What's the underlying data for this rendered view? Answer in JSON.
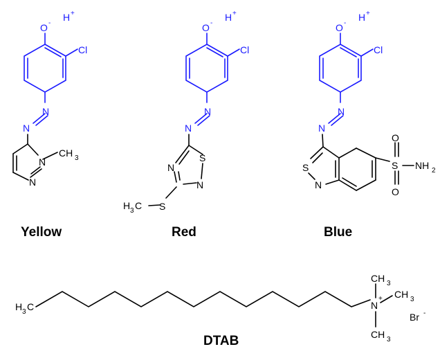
{
  "colors": {
    "highlight": "#1a1aff",
    "ink": "#000000",
    "background": "#ffffff"
  },
  "atoms": {
    "phenoxide_o": "O",
    "charge_minus": "-",
    "hydrogen": "H",
    "charge_plus": "+",
    "chlorine": "Cl",
    "nitrogen": "N",
    "sulfur": "S",
    "oxygen": "O",
    "methyl_c": "CH",
    "sub3": "3",
    "methyl_prefix_h": "H",
    "methyl_prefix_c": "C",
    "nh": "NH",
    "sub2": "2",
    "bromide": "Br"
  },
  "labels": {
    "yellow": "Yellow",
    "red": "Red",
    "blue": "Blue",
    "dtab": "DTAB"
  }
}
